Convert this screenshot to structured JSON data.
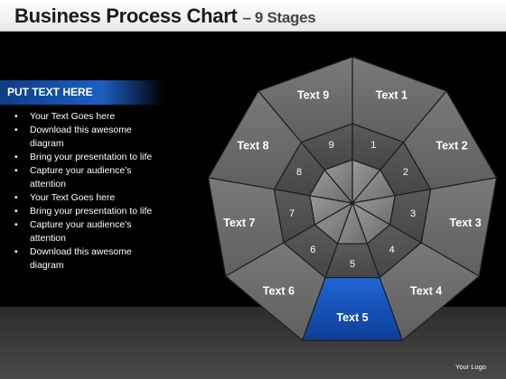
{
  "header": {
    "title": "Business Process Chart",
    "subtitle": "– 9 Stages"
  },
  "sidebar": {
    "heading": "PUT TEXT HERE",
    "bullets": [
      "Your Text Goes here",
      "Download this awesome diagram",
      "Bring your presentation to life",
      "Capture your audience’s attention",
      "Your Text Goes here",
      "Bring your presentation to life",
      "Capture your audience’s attention",
      "Download this awesome diagram"
    ]
  },
  "diagram": {
    "stages": [
      {
        "number": "1",
        "label": "Text 1"
      },
      {
        "number": "2",
        "label": "Text 2"
      },
      {
        "number": "3",
        "label": "Text 3"
      },
      {
        "number": "4",
        "label": "Text 4"
      },
      {
        "number": "5",
        "label": "Text 5"
      },
      {
        "number": "6",
        "label": "Text 6"
      },
      {
        "number": "7",
        "label": "Text 7"
      },
      {
        "number": "8",
        "label": "Text 8"
      },
      {
        "number": "9",
        "label": "Text 9"
      }
    ],
    "highlighted_stage": "5",
    "colors": {
      "outer": "#6e6e6e",
      "middle": "#555555",
      "inner": "#868686",
      "highlight": "#1a56b8",
      "edge": "#1e1e1e"
    }
  },
  "footer": {
    "logo_text": "Your Logo"
  }
}
